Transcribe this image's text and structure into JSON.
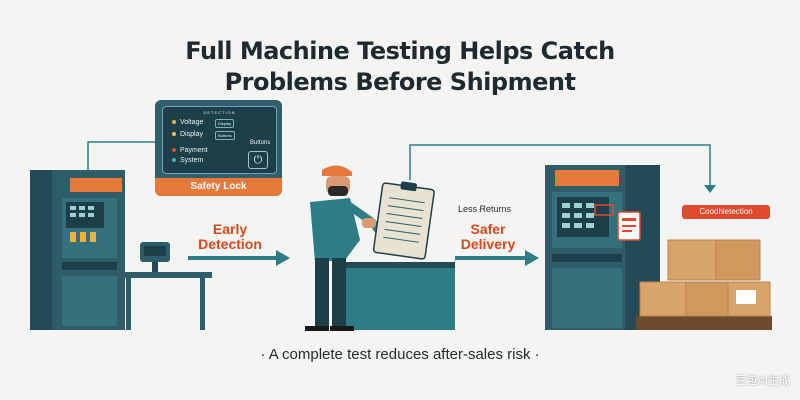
{
  "title": {
    "line1": "Full Machine Testing Helps Catch",
    "line2": "Problems Before Shipment"
  },
  "panel": {
    "header": "DETECTION",
    "items": [
      {
        "label": "Voltage",
        "color": "#e8b23a",
        "chip": "Display"
      },
      {
        "label": "Display",
        "color": "#f0c04a",
        "chip": "Buttons"
      },
      {
        "label": "Payment",
        "color": "#e04a2c"
      },
      {
        "label": "System",
        "color": "#3cb6a8"
      }
    ],
    "buttons_label": "Buttons",
    "safety_label": "Safety Lock"
  },
  "steps": {
    "early_detection": "Early\nDetection",
    "less_returns": "Less Returns",
    "safer_delivery": "Safer\nDelivery"
  },
  "tag_label": "Coodhietection",
  "footer": "· A complete test reduces after-sales risk ·",
  "watermark": "豆包AI生成",
  "colors": {
    "teal": "#2e7d86",
    "orange": "#e8783a",
    "dark_teal": "#1d3f49",
    "box": "#d9a46a",
    "red": "#e04a2c"
  }
}
